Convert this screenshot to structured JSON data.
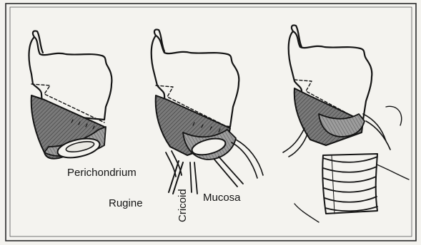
{
  "figure": {
    "labels": {
      "perichondrium": "Perichondrium",
      "rugine": "Rugine",
      "cricoid": "Cricoid",
      "mucosa": "Mucosa"
    },
    "colors": {
      "paper": "#f4f3ef",
      "ink": "#141414",
      "shading_dark": "#6b6b6b",
      "shading_light": "#a9a9a9"
    }
  }
}
